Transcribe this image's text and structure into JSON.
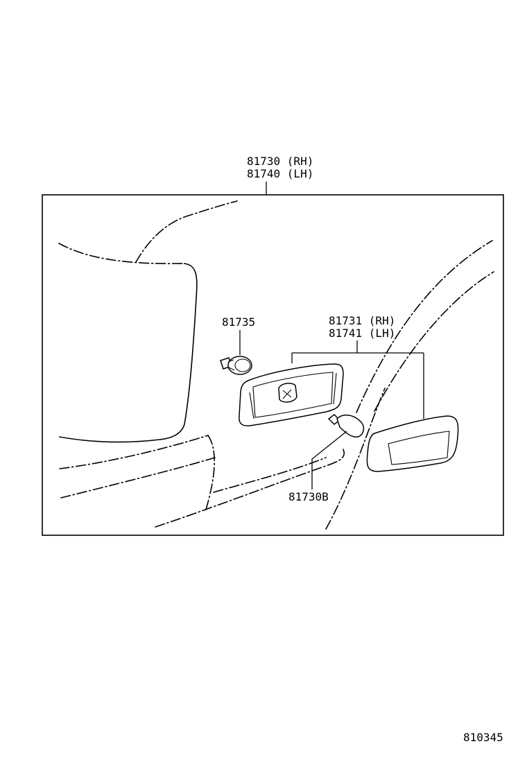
{
  "diagram": {
    "labels": {
      "assembly_rh": "81730 (RH)",
      "assembly_lh": "81740 (LH)",
      "socket": "81735",
      "lens_rh": "81731 (RH)",
      "lens_lh": "81741 (LH)",
      "bulb": "81730B",
      "figure_number": "810345"
    }
  }
}
